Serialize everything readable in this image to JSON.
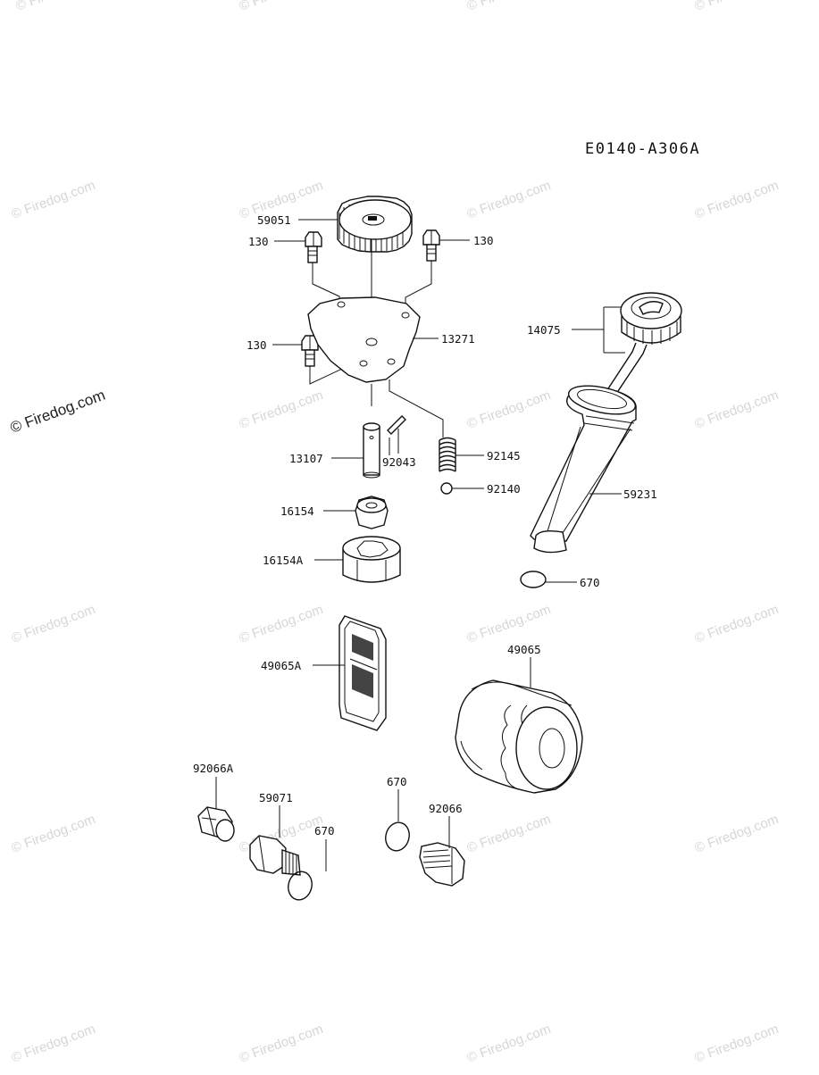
{
  "diagram": {
    "code": "E0140-A306A",
    "watermark": "© Firedog.com",
    "labels": {
      "p59051": "59051",
      "p130a": "130",
      "p130b": "130",
      "p130c": "130",
      "p13271": "13271",
      "p14075": "14075",
      "p13107": "13107",
      "p92043": "92043",
      "p92145": "92145",
      "p92140": "92140",
      "p59231": "59231",
      "p16154": "16154",
      "p16154A": "16154A",
      "p670a": "670",
      "p49065A": "49065A",
      "p49065": "49065",
      "p92066A": "92066A",
      "p59071": "59071",
      "p670b": "670",
      "p670c": "670",
      "p92066": "92066"
    }
  }
}
